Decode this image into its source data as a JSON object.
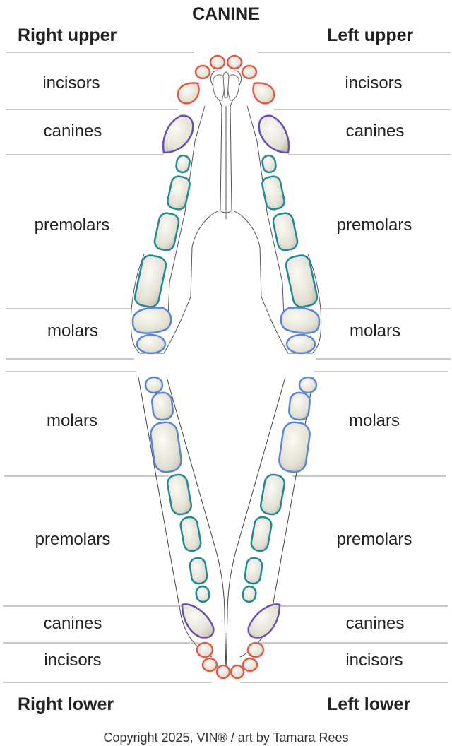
{
  "title": "CANINE",
  "headers": {
    "right_upper": "Right upper",
    "left_upper": "Left upper",
    "right_lower": "Right lower",
    "left_lower": "Left lower"
  },
  "labels": {
    "incisors": "incisors",
    "canines": "canines",
    "premolars": "premolars",
    "molars": "molars"
  },
  "copyright": "Copyright 2025, VIN® / art by Tamara Rees",
  "colors": {
    "incisor": "#e35a45",
    "canine": "#6a4fb3",
    "premolar": "#1f8a96",
    "molar": "#5b86d6",
    "tooth_fill": "#ecebe3",
    "divider": "#c8c8c8",
    "outline": "#555555"
  }
}
